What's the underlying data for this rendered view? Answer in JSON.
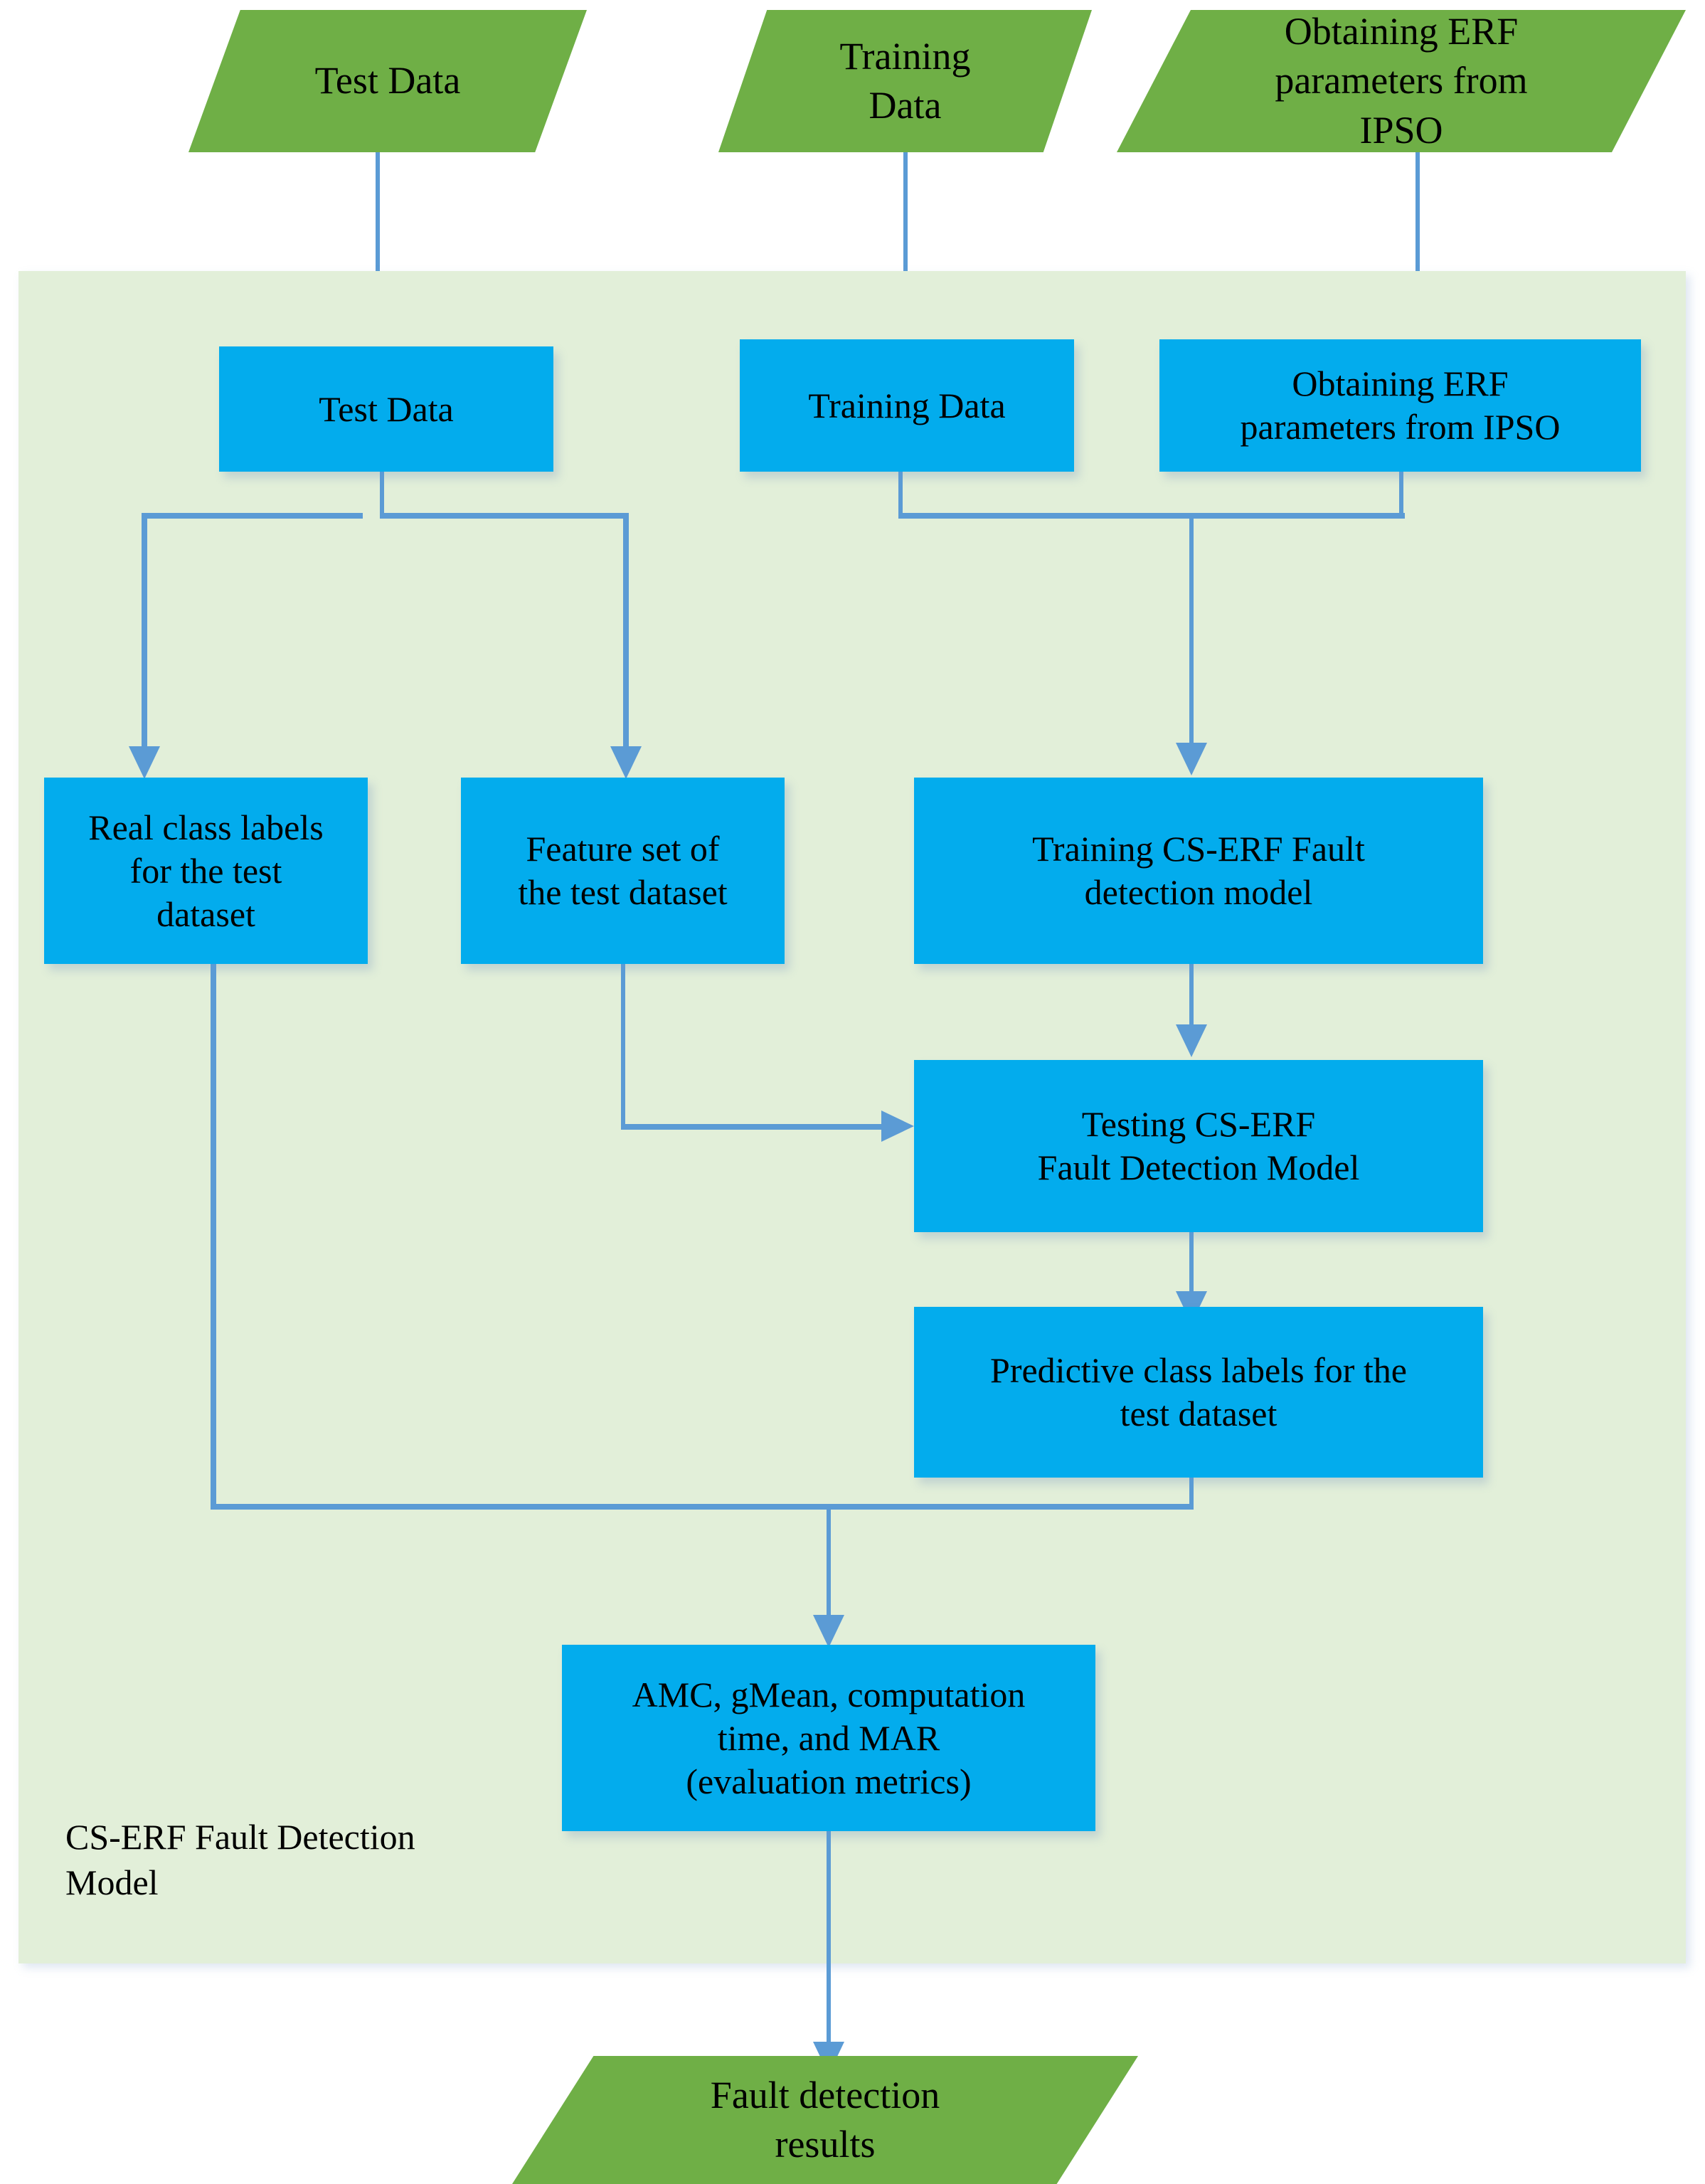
{
  "diagram": {
    "title": "CS-ERF Fault Detection Model flowchart",
    "colors": {
      "data_node_green": "#6FAF46",
      "process_node_blue": "#03ACED",
      "container_panel_green": "#E2EFD9",
      "connector_blue": "#5B9BD5",
      "text_black": "#000000"
    },
    "container": {
      "label": "CS-ERF Fault Detection\nModel"
    },
    "inputs": [
      {
        "id": "input-test-data",
        "label": "Test Data",
        "shape": "parallelogram"
      },
      {
        "id": "input-training-data",
        "label": "Training\nData",
        "shape": "parallelogram"
      },
      {
        "id": "input-ipso-params",
        "label": "Obtaining ERF\nparameters from\nIPSO",
        "shape": "parallelogram"
      }
    ],
    "processes": [
      {
        "id": "node-test-data",
        "label": "Test Data",
        "shape": "rectangle"
      },
      {
        "id": "node-training-data",
        "label": "Training Data",
        "shape": "rectangle"
      },
      {
        "id": "node-erf-params",
        "label": "Obtaining ERF\nparameters from IPSO",
        "shape": "rectangle"
      },
      {
        "id": "node-real-labels",
        "label": "Real class labels\nfor the test\ndataset",
        "shape": "rectangle"
      },
      {
        "id": "node-feature-set",
        "label": "Feature set of\nthe test dataset",
        "shape": "rectangle"
      },
      {
        "id": "node-training-model",
        "label": "Training CS-ERF Fault\ndetection model",
        "shape": "rectangle"
      },
      {
        "id": "node-testing-model",
        "label": "Testing CS-ERF\nFault Detection Model",
        "shape": "rectangle"
      },
      {
        "id": "node-predictive-labels",
        "label": "Predictive class labels for the\ntest dataset",
        "shape": "rectangle"
      },
      {
        "id": "node-evaluation-metrics",
        "label": "AMC, gMean, computation\ntime, and MAR\n(evaluation metrics)",
        "shape": "rectangle"
      }
    ],
    "outputs": [
      {
        "id": "output-results",
        "label": "Fault detection\nresults",
        "shape": "parallelogram"
      }
    ],
    "edges": [
      {
        "from": "input-test-data",
        "to": "node-test-data"
      },
      {
        "from": "input-training-data",
        "to": "node-training-data"
      },
      {
        "from": "input-ipso-params",
        "to": "node-erf-params"
      },
      {
        "from": "node-test-data",
        "to": "node-real-labels"
      },
      {
        "from": "node-test-data",
        "to": "node-feature-set"
      },
      {
        "from": "node-training-data",
        "to": "node-training-model"
      },
      {
        "from": "node-erf-params",
        "to": "node-training-model"
      },
      {
        "from": "node-training-model",
        "to": "node-testing-model"
      },
      {
        "from": "node-feature-set",
        "to": "node-testing-model"
      },
      {
        "from": "node-testing-model",
        "to": "node-predictive-labels"
      },
      {
        "from": "node-real-labels",
        "to": "node-evaluation-metrics"
      },
      {
        "from": "node-predictive-labels",
        "to": "node-evaluation-metrics"
      },
      {
        "from": "node-evaluation-metrics",
        "to": "output-results"
      }
    ]
  }
}
